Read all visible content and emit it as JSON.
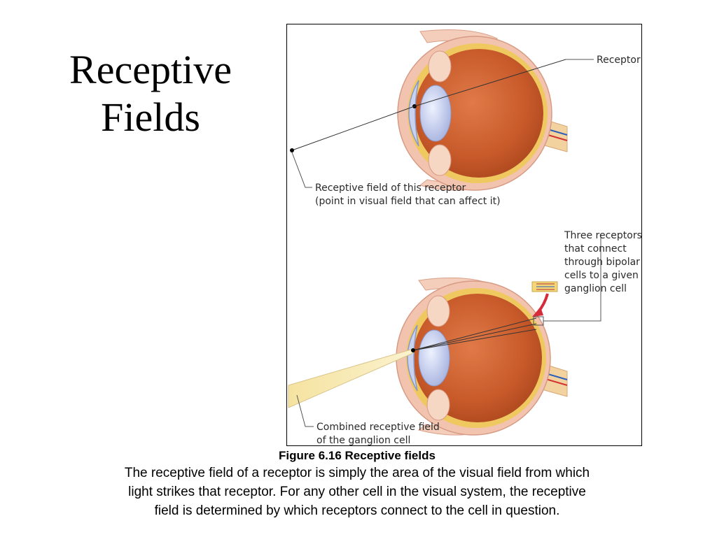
{
  "slide": {
    "title_line1": "Receptive",
    "title_line2": "Fields"
  },
  "figure": {
    "labels": {
      "receptor": "Receptor",
      "rf_line1": "Receptive field of this receptor",
      "rf_line2": "(point in visual field that can affect it)",
      "three_line1": "Three receptors",
      "three_line2": "that connect",
      "three_line3": "through bipolar",
      "three_line4": "cells to a given",
      "three_line5": "ganglion cell",
      "combined_line1": "Combined receptive field",
      "combined_line2": "of the ganglion cell"
    },
    "colors": {
      "eye_inner": "#c85a2a",
      "eye_sclera": "#f2c4b0",
      "retina": "#f0c860",
      "lens": "#b8c4e8",
      "beam": "#f7e9a8",
      "arrow": "#d62b3a"
    }
  },
  "caption": {
    "title": "Figure 6.16  Receptive fields",
    "line1": "The receptive field of a receptor is simply the area of the visual field from which",
    "line2": "light strikes that receptor. For any other cell in the visual system, the receptive",
    "line3": "field is determined by which receptors connect to the cell in question."
  }
}
